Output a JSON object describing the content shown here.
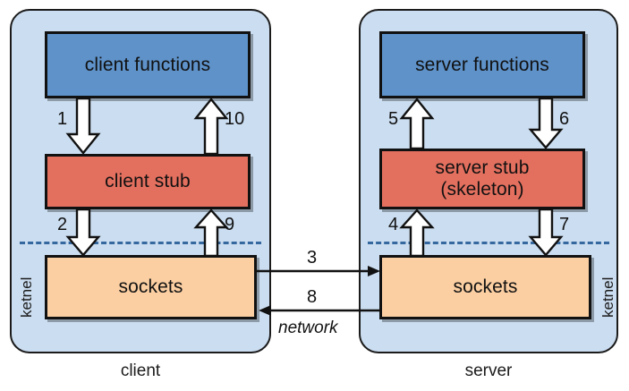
{
  "diagram": {
    "title_hidden": "",
    "colors": {
      "panel_bg": "#cbddf0",
      "functions_box": "#5e92c9",
      "stub_box": "#e3705f",
      "sockets_box": "#fbcfa2",
      "kernel_dash": "#34689f",
      "outline": "#111111",
      "page_bg": "#ffffff"
    },
    "client": {
      "caption": "client",
      "kernel_label": "ketnel",
      "boxes": {
        "functions": "client functions",
        "stub": "client stub",
        "sockets": "sockets"
      },
      "steps": {
        "functions_to_stub": "1",
        "stub_to_functions": "10",
        "stub_to_sockets": "2",
        "sockets_to_stub": "9"
      }
    },
    "server": {
      "caption": "server",
      "kernel_label": "ketnel",
      "boxes": {
        "functions": "server functions",
        "stub_line1": "server stub",
        "stub_line2": "(skeleton)",
        "sockets": "sockets"
      },
      "steps": {
        "stub_to_functions": "5",
        "functions_to_stub": "6",
        "sockets_to_stub": "4",
        "stub_to_sockets": "7"
      }
    },
    "network": {
      "label": "network",
      "request_step": "3",
      "reply_step": "8"
    }
  }
}
